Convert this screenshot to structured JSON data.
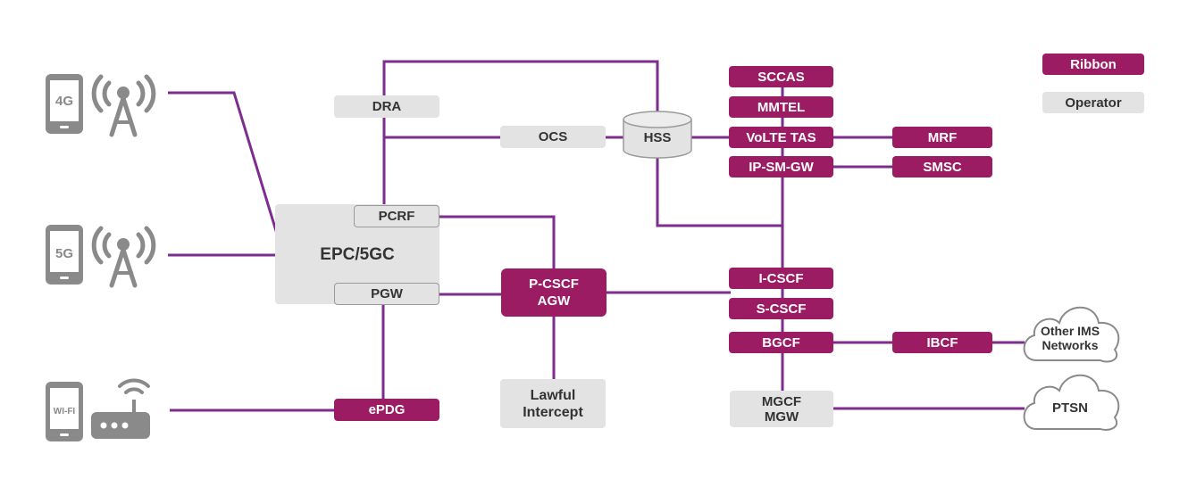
{
  "colors": {
    "ribbon": "#9c1c64",
    "operator": "#e3e3e3",
    "link": "#7c2d8e",
    "device": "#8a8a8a"
  },
  "legend": {
    "ribbon": "Ribbon",
    "operator": "Operator"
  },
  "devices": {
    "g4": "4G",
    "g5": "5G",
    "wifi": "WI-FI"
  },
  "nodes": {
    "epc": "EPC/5GC",
    "pcrf": "PCRF",
    "pgw": "PGW",
    "dra": "DRA",
    "ocs": "OCS",
    "hss": "HSS",
    "epdg": "ePDG",
    "pcscf_1": "P-CSCF",
    "pcscf_2": "AGW",
    "lawful_1": "Lawful",
    "lawful_2": "Intercept",
    "sccas": "SCCAS",
    "mmtel": "MMTEL",
    "volte": "VoLTE TAS",
    "ipsmgw": "IP-SM-GW",
    "mrf": "MRF",
    "smsc": "SMSC",
    "icscf": "I-CSCF",
    "scscf": "S-CSCF",
    "bgcf": "BGCF",
    "ibcf": "IBCF",
    "mgcf_1": "MGCF",
    "mgcf_2": "MGW"
  },
  "clouds": {
    "other_1": "Other IMS",
    "other_2": "Networks",
    "ptsn": "PTSN"
  }
}
